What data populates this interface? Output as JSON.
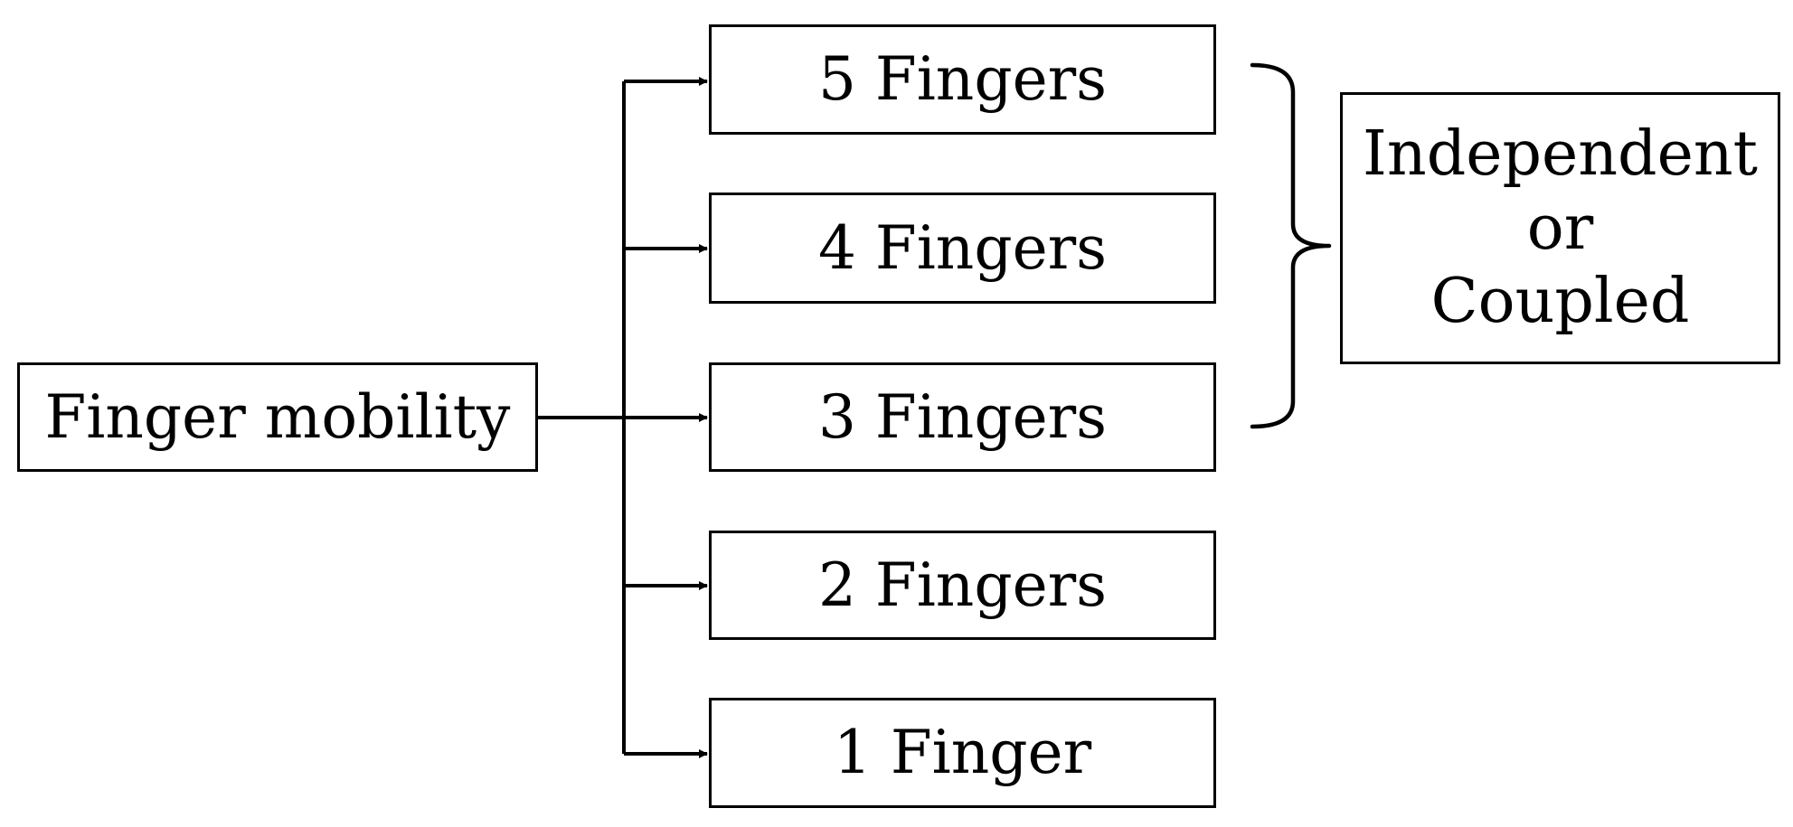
{
  "source": "Finger mobility",
  "options": [
    {
      "label": "5 Fingers"
    },
    {
      "label": "4 Fingers"
    },
    {
      "label": "3 Fingers"
    },
    {
      "label": "2 Fingers"
    },
    {
      "label": "1 Finger"
    }
  ],
  "mode": {
    "lines": [
      "Independent",
      "or",
      "Coupled"
    ]
  },
  "colors": {
    "stroke": "#000000",
    "background": "#ffffff"
  }
}
